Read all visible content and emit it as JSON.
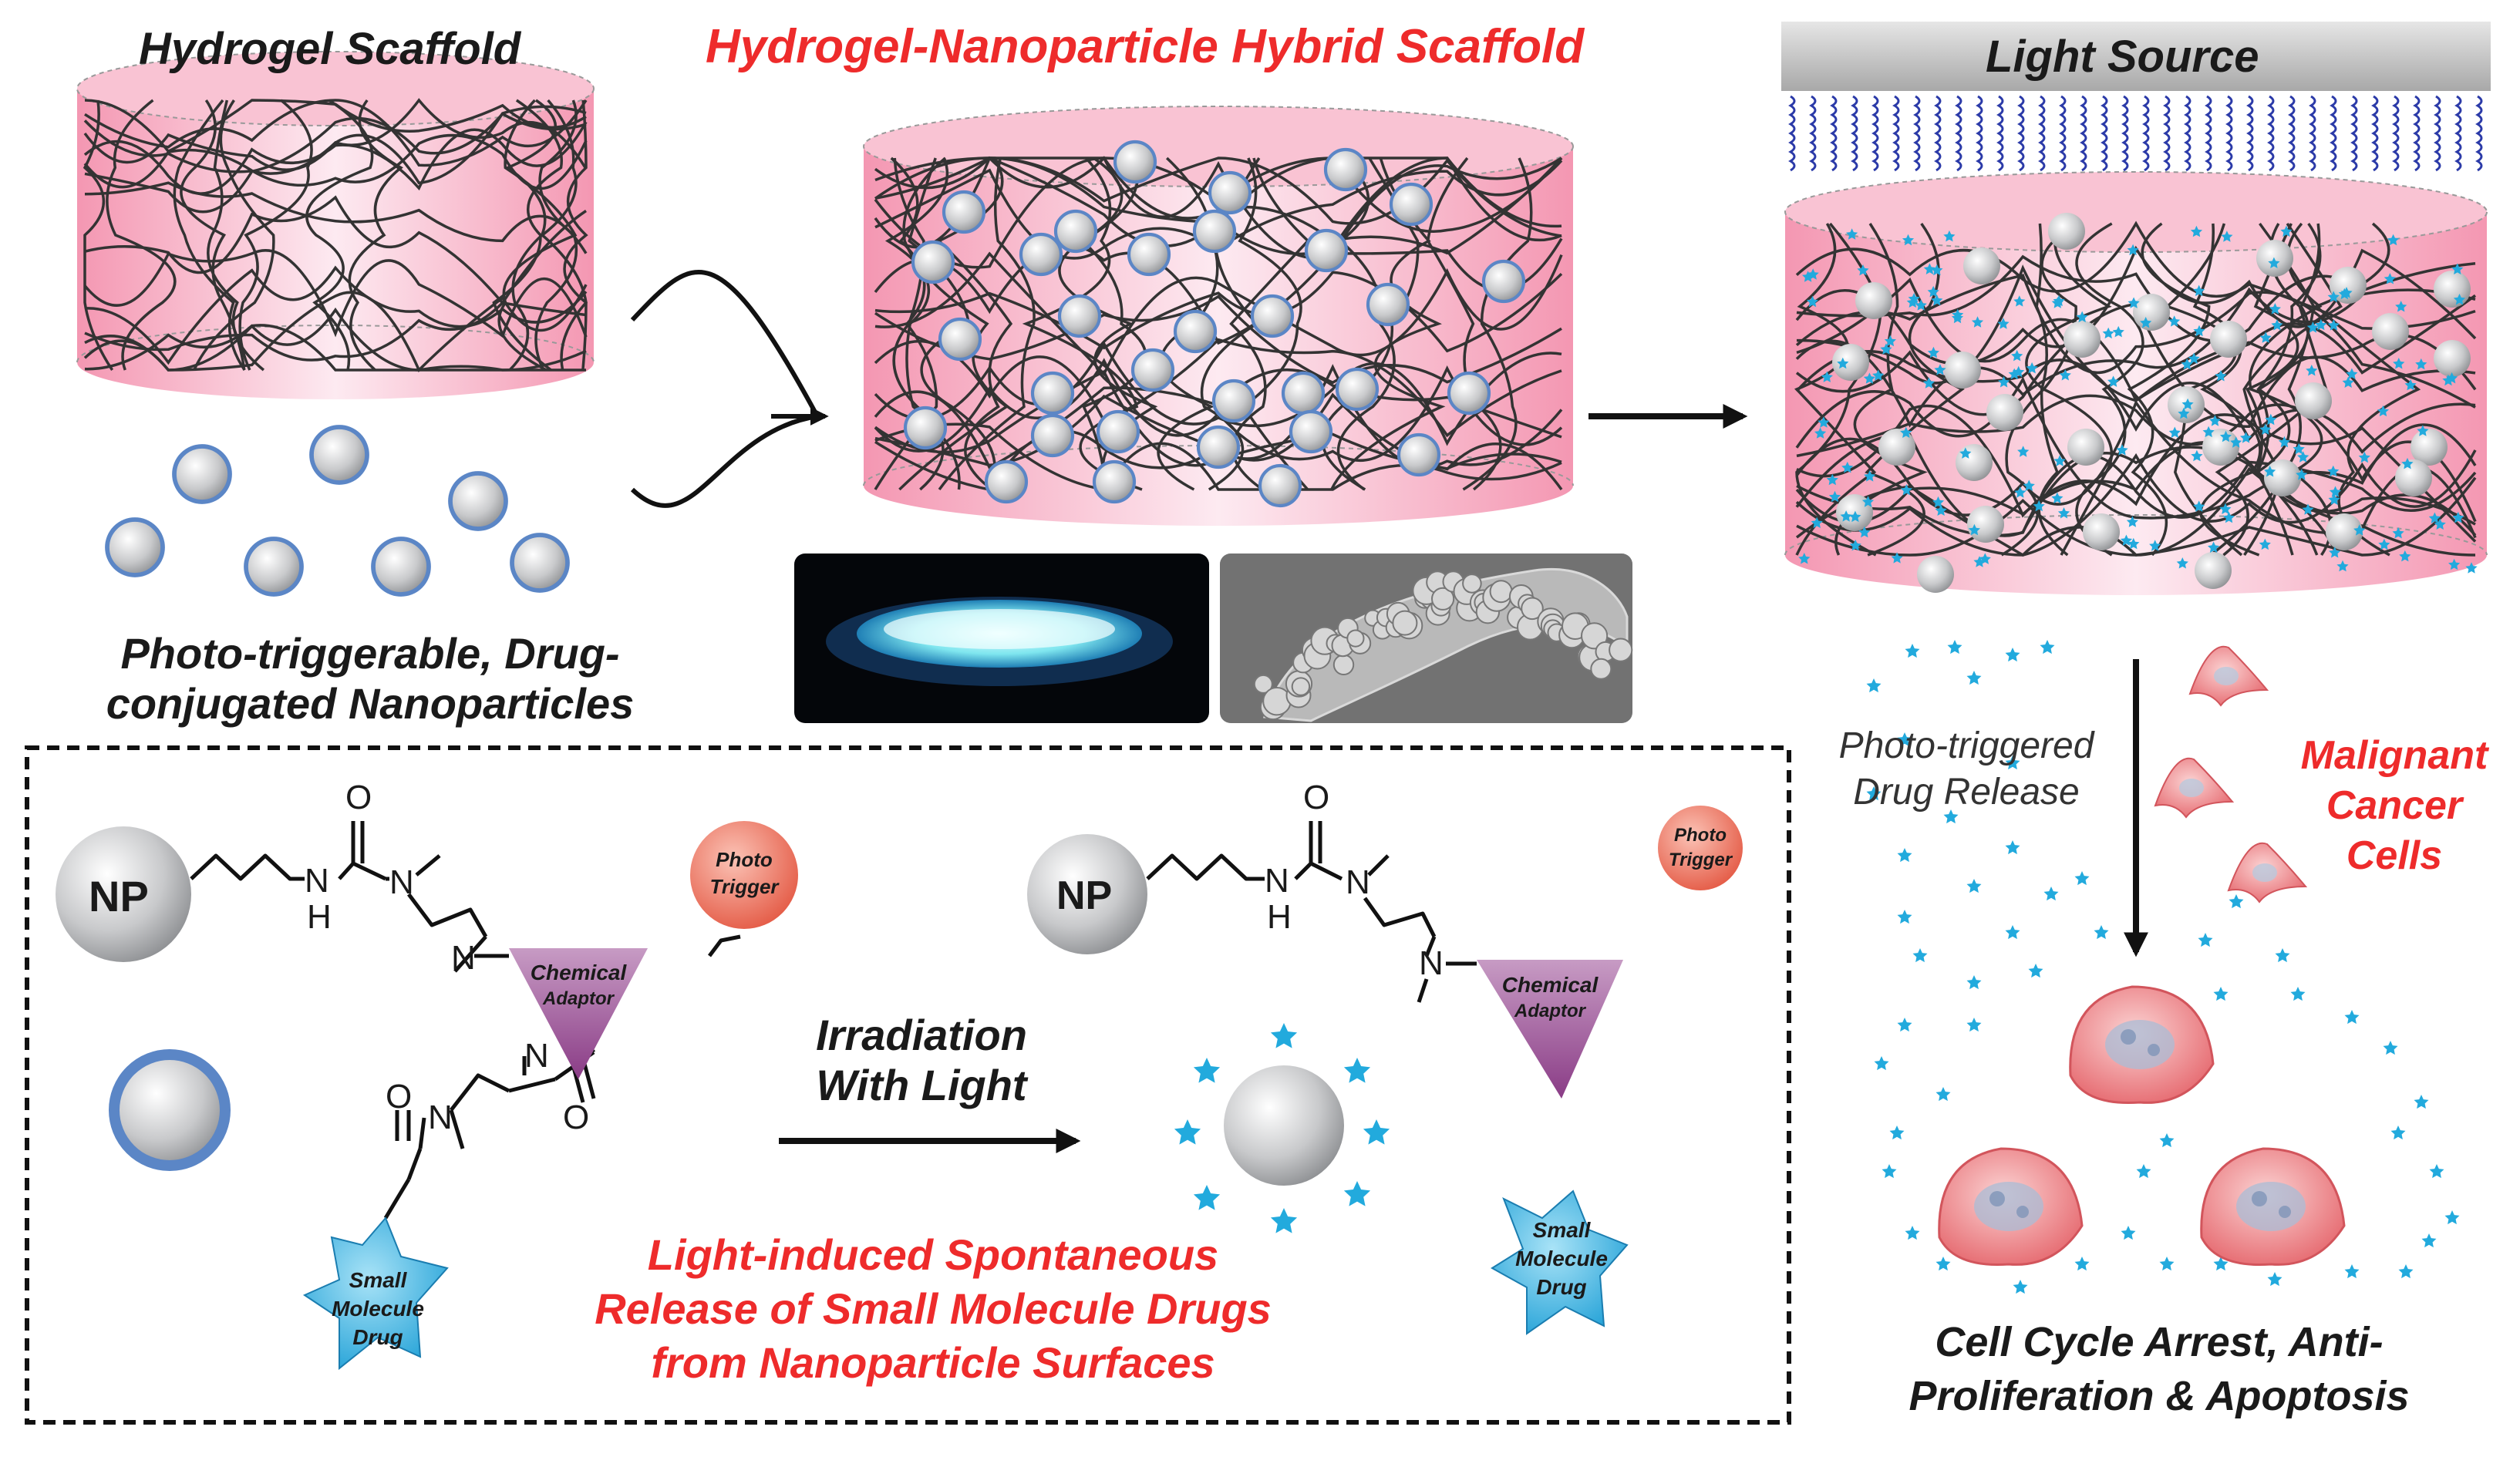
{
  "panels": {
    "hydrogel_scaffold_title": "Hydrogel Scaffold",
    "hybrid_scaffold_title": "Hydrogel-Nanoparticle Hybrid Scaffold",
    "light_source_label": "Light Source",
    "nanoparticles_label_line1": "Photo-triggerable, Drug-",
    "nanoparticles_label_line2": "conjugated Nanoparticles",
    "drug_release_line1": "Photo-triggered",
    "drug_release_line2": "Drug Release",
    "cancer_cells_line1": "Malignant",
    "cancer_cells_line2": "Cancer",
    "cancer_cells_line3": "Cells",
    "outcome_line1": "Cell Cycle Arrest, Anti-",
    "outcome_line2": "Proliferation & Apoptosis"
  },
  "mechanism": {
    "np_label": "NP",
    "np_label_2": "NP",
    "photo_trigger_line1": "Photo",
    "photo_trigger_line2": "Trigger",
    "photo_trigger2_line1": "Photo",
    "photo_trigger2_line2": "Trigger",
    "chemical_adaptor_line1": "Chemical",
    "chemical_adaptor_line2": "Adaptor",
    "chemical_adaptor2_line1": "Chemical",
    "chemical_adaptor2_line2": "Adaptor",
    "drug_line1": "Small",
    "drug_line2": "Molecule",
    "drug_line3": "Drug",
    "drug2_line1": "Small",
    "drug2_line2": "Molecule",
    "drug2_line3": "Drug",
    "atom_H": "H",
    "atom_N": "N",
    "atom_O": "O",
    "irradiation_line1": "Irradiation",
    "irradiation_line2": "With Light",
    "caption_line1": "Light-induced Spontaneous",
    "caption_line2": "Release of Small Molecule Drugs",
    "caption_line3": "from Nanoparticle Surfaces"
  },
  "colors": {
    "hydrogel_pink": "#f7a8bd",
    "hydrogel_light": "#fde6ee",
    "np_rim_blue": "#5b86c6",
    "np_grey": "#c9cacc",
    "drug_blue": "#22aadd",
    "accent_red": "#ee2b2b",
    "adaptor_purple": "#a04c9a",
    "trigger_orange": "#f07a63"
  }
}
